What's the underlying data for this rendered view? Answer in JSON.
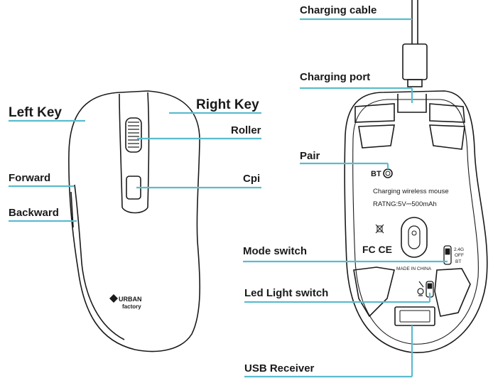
{
  "labels": {
    "left_key": "Left Key",
    "right_key": "Right Key",
    "roller": "Roller",
    "forward": "Forward",
    "cpi": "Cpi",
    "backward": "Backward",
    "charging_cable": "Charging cable",
    "charging_port": "Charging port",
    "pair": "Pair",
    "mode_switch": "Mode switch",
    "led_light_switch": "Led Light switch",
    "usb_receiver": "USB Receiver"
  },
  "mouse_bottom": {
    "bt_text": "BT",
    "line1": "Charging wireless mouse",
    "line2": "RATNG:5V⎓500mAh",
    "mode_options": [
      "2.4G",
      "OFF",
      "BT"
    ],
    "made_in": "MADE IN CHINA",
    "cert": "FC CE"
  },
  "logo": {
    "line1": "URBAN",
    "line2": "factory"
  },
  "colors": {
    "leader": "#5bbccd",
    "outline": "#1a1a1a"
  }
}
